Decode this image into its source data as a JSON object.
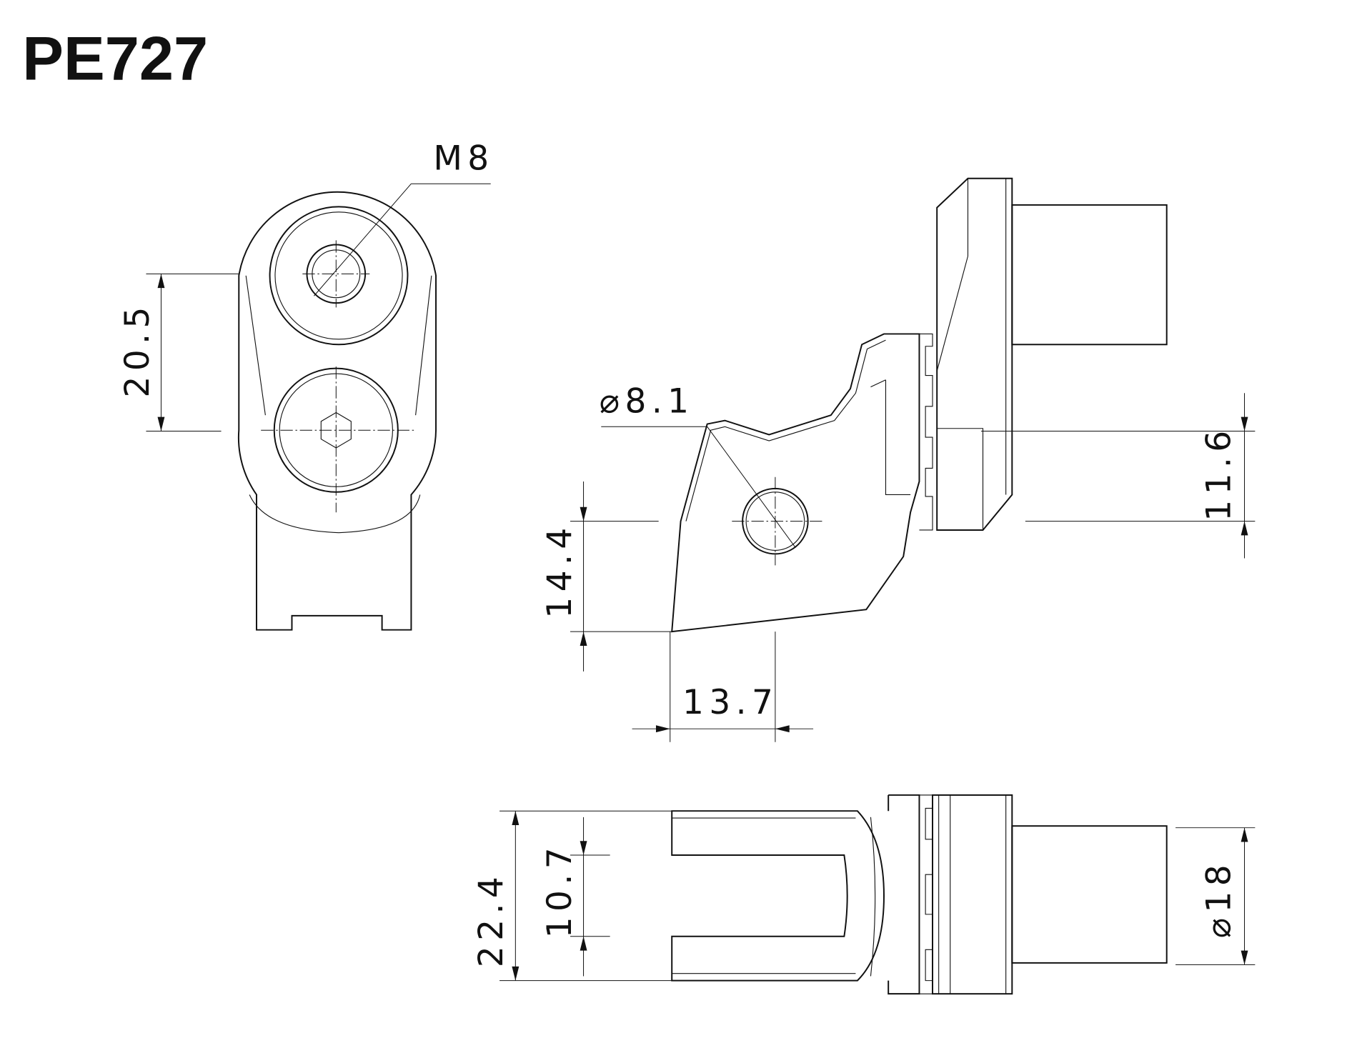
{
  "title": "PE727",
  "dimensions": {
    "thread": "M8",
    "hole_spacing": "20.5",
    "hole_diameter": "⌀8.1",
    "vertical_offset": "14.4",
    "horizontal_offset": "13.7",
    "shaft_offset": "11.6",
    "fork_width": "22.4",
    "slot_width": "10.7",
    "shaft_diameter": "⌀18"
  }
}
